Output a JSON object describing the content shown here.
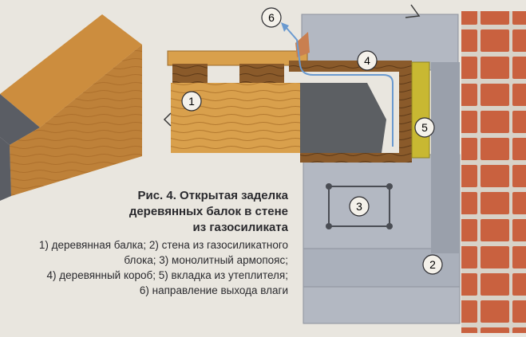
{
  "figure": {
    "title_lines": [
      "Рис. 4. Открытая заделка",
      "деревянных балок в стене",
      "из газосиликата"
    ],
    "legend_lines": [
      "1) деревянная балка; 2) стена из газосиликатного",
      "блока; 3) монолитный армопояс;",
      "4) деревянный короб; 5) вкладка из утеплителя;",
      "6) направление выхода влаги"
    ],
    "callouts": [
      "1",
      "2",
      "3",
      "4",
      "5",
      "6"
    ]
  },
  "colors": {
    "background": "#e9e6df",
    "brick": "#c9613f",
    "brick_mortar": "#d8d2c8",
    "gas_block": "#b3b8c2",
    "gas_block_dark": "#9aa0ab",
    "wood_light": "#d9a04c",
    "wood_dark": "#8a5a2a",
    "concrete_core": "#5c5f63",
    "insulation": "#c8b832",
    "moisture_arrow": "#6a9ad0",
    "rebar": "#4a4d54"
  }
}
